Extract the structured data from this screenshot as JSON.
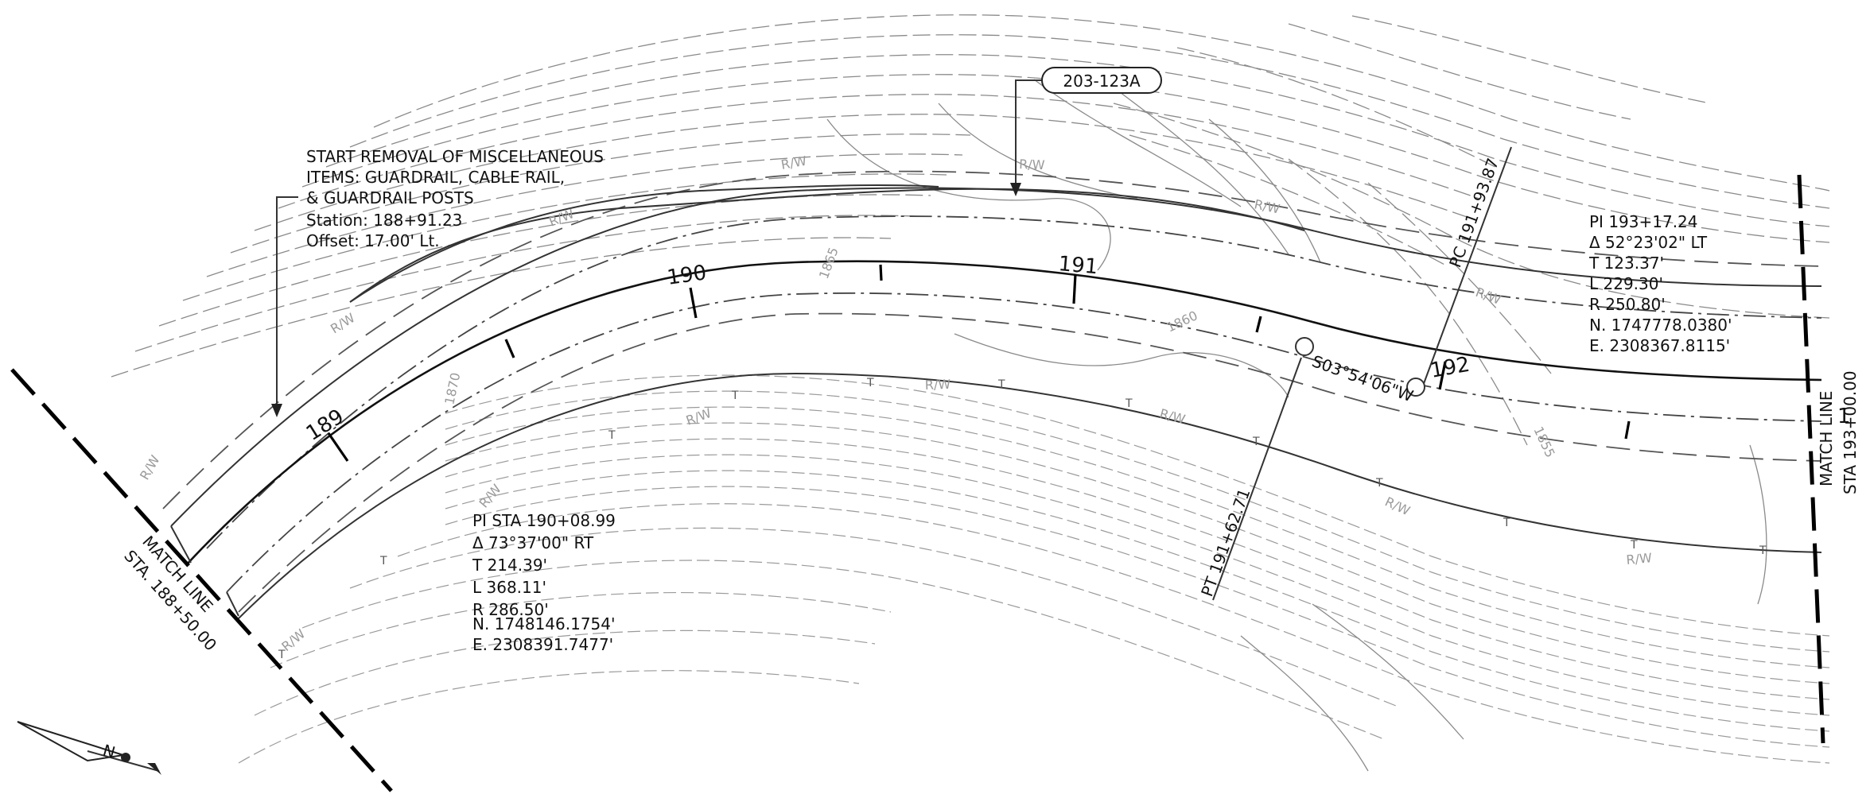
{
  "callout_tag": "203-123A",
  "removal_note": [
    "START REMOVAL OF MISCELLANEOUS",
    "ITEMS: GUARDRAIL, CABLE RAIL,",
    "& GUARDRAIL POSTS",
    "Station: 188+91.23",
    "Offset: 17.00' Lt."
  ],
  "curve_left": [
    "PI STA 190+08.99",
    "Δ 73°37'00\" RT",
    "T 214.39'",
    "L 368.11'",
    "R 286.50'",
    "N. 1748146.1754'",
    "E. 2308391.7477'"
  ],
  "curve_right": [
    "PI 193+17.24",
    "Δ 52°23'02\" LT",
    "T 123.37'",
    "L 229.30'",
    "R 250.80'",
    "N. 1747778.0380'",
    "E. 2308367.8115'"
  ],
  "stations": {
    "s189": "189",
    "s190": "190",
    "s191": "191",
    "s192": "192",
    "s193_partial": "1"
  },
  "tangent_bearing": "S03°54'06\"W",
  "pc_label": "PC 191+93.87",
  "pt_label": "PT 191+62.71",
  "match_left": [
    "MATCH LINE",
    "STA. 188+50.00"
  ],
  "match_right": [
    "MATCH LINE",
    "STA 193+00.00"
  ],
  "contour_labels": {
    "c1865": "1865",
    "c1860": "1860",
    "c1855": "1855",
    "c1870": "1870"
  },
  "rw_label": "R/W",
  "t_mark": "T",
  "north_letter": "N"
}
